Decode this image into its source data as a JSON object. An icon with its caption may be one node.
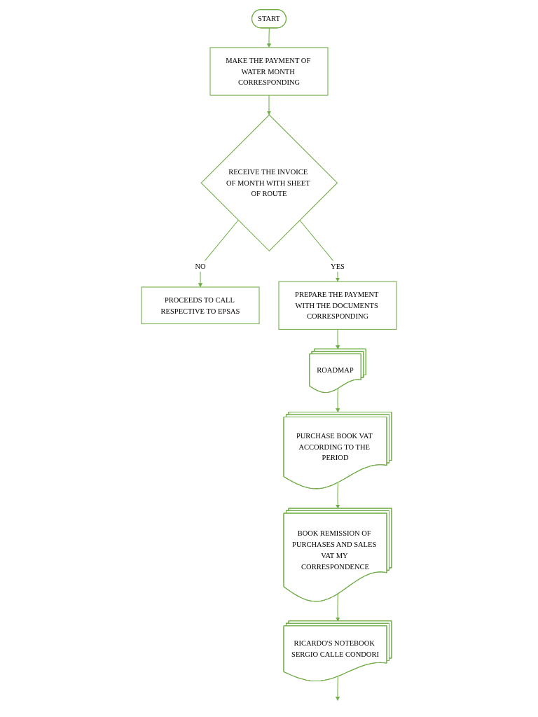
{
  "diagram": {
    "nodes": [
      {
        "text": [
          "START"
        ]
      },
      {
        "text": [
          "MAKE THE PAYMENT OF WATER MONTH CORRESPONDING"
        ]
      },
      {
        "text": [
          "RECEIVE THE INVOICE OF MONTH WITH SHEET OF ROUTE"
        ]
      },
      {
        "text": [
          "PROCEEDS TO CALL RESPECTIVE TO EPSAS"
        ]
      },
      {
        "text": [
          "PREPARE THE PAYMENT WITH THE DOCUMENTS CORRESPONDING"
        ]
      },
      {
        "text": [
          "ROADMAP"
        ]
      },
      {
        "text": [
          "PURCHASE BOOK VAT ACCORDING TO THE PERIOD"
        ]
      },
      {
        "text": [
          "BOOK REMISSION OF PURCHASES AND SALES VAT MY CORRESPONDENCE"
        ]
      },
      {
        "text": [
          "RICARDO'S NOTEBOOK SERGIO CALLE CONDORI"
        ]
      }
    ],
    "edges": [
      {
        "from": 0,
        "to": 1,
        "arrow": "to"
      },
      {
        "from": 1,
        "to": 2,
        "arrow": "to"
      },
      {
        "from": 2,
        "to": 3,
        "label": "NO",
        "arrow": "to"
      },
      {
        "from": 2,
        "to": 4,
        "label": "YES",
        "arrow": "to"
      },
      {
        "from": 4,
        "to": 5,
        "arrow": "to"
      },
      {
        "from": 5,
        "to": 6,
        "arrow": "to"
      },
      {
        "from": 6,
        "to": 7,
        "arrow": "to"
      },
      {
        "from": 7,
        "to": 8,
        "arrow": "to"
      },
      {
        "from": 8,
        "to": null,
        "arrow": "to"
      }
    ]
  }
}
